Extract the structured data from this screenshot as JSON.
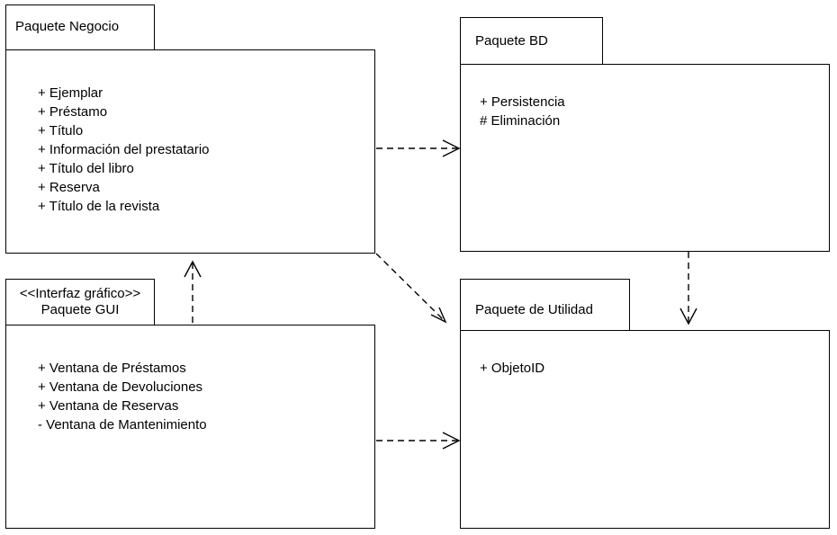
{
  "packages": {
    "negocio": {
      "name": "Paquete Negocio",
      "members": [
        "+ Ejemplar",
        "+ Préstamo",
        "+ Título",
        "+ Información del prestatario",
        "+ Título del libro",
        "+ Reserva",
        "+ Título de la revista"
      ]
    },
    "bd": {
      "name": "Paquete BD",
      "members": [
        "+ Persistencia",
        "# Eliminación"
      ]
    },
    "gui": {
      "stereotype": "<<Interfaz gráfico>>",
      "name": "Paquete GUI",
      "members": [
        "+ Ventana de Préstamos",
        "+ Ventana de Devoluciones",
        "+ Ventana de Reservas",
        "- Ventana de Mantenimiento"
      ]
    },
    "utilidad": {
      "name": "Paquete de Utilidad",
      "members": [
        "+ ObjetoID"
      ]
    }
  },
  "dependencies": [
    {
      "from": "Paquete Negocio",
      "to": "Paquete BD"
    },
    {
      "from": "Paquete Negocio",
      "to": "Paquete de Utilidad"
    },
    {
      "from": "Paquete GUI",
      "to": "Paquete Negocio"
    },
    {
      "from": "Paquete GUI",
      "to": "Paquete de Utilidad"
    },
    {
      "from": "Paquete BD",
      "to": "Paquete de Utilidad"
    }
  ]
}
